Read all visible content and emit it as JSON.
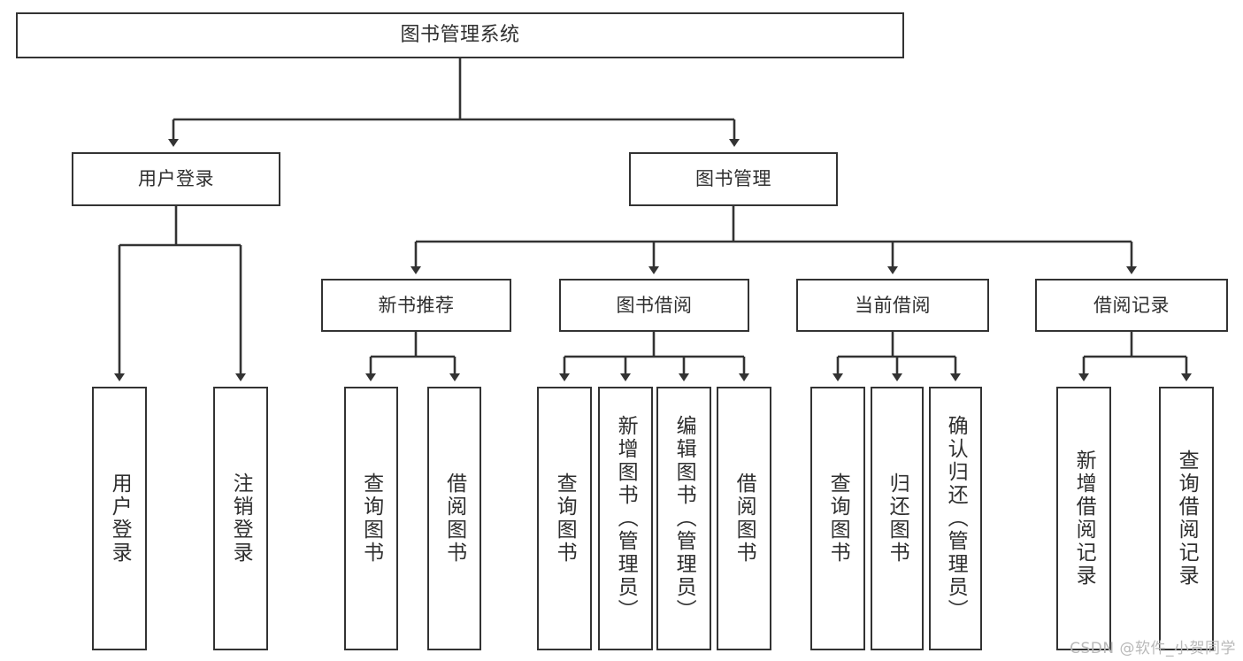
{
  "diagram": {
    "type": "tree",
    "title": "图书管理系统",
    "watermark": "CSDN @软件_小贺同学",
    "colors": {
      "box_border": "#333333",
      "box_fill": "#ffffff",
      "connector": "#333333",
      "text": "#2f2f2f",
      "watermark": "#b9b9b9",
      "background": "#ffffff"
    },
    "root": {
      "label": "图书管理系统",
      "id": "root"
    },
    "level2": [
      {
        "id": "user-login",
        "label": "用户登录"
      },
      {
        "id": "book-management",
        "label": "图书管理"
      }
    ],
    "level3": [
      {
        "id": "new-book-recommend",
        "label": "新书推荐",
        "parent": "book-management"
      },
      {
        "id": "book-borrow",
        "label": "图书借阅",
        "parent": "book-management"
      },
      {
        "id": "current-borrow",
        "label": "当前借阅",
        "parent": "book-management"
      },
      {
        "id": "borrow-record",
        "label": "借阅记录",
        "parent": "book-management"
      }
    ],
    "leaves": [
      {
        "id": "leaf-user-login",
        "label": "用户登录",
        "parent": "user-login"
      },
      {
        "id": "leaf-logout-login",
        "label": "注销登录",
        "parent": "user-login"
      },
      {
        "id": "leaf-query-book-1",
        "label": "查询图书",
        "parent": "new-book-recommend"
      },
      {
        "id": "leaf-borrow-book-1",
        "label": "借阅图书",
        "parent": "new-book-recommend"
      },
      {
        "id": "leaf-query-book-2",
        "label": "查询图书",
        "parent": "book-borrow"
      },
      {
        "id": "leaf-add-book",
        "label": "新增图书（管理员）",
        "parent": "book-borrow"
      },
      {
        "id": "leaf-edit-book",
        "label": "编辑图书（管理员）",
        "parent": "book-borrow"
      },
      {
        "id": "leaf-borrow-book-2",
        "label": "借阅图书",
        "parent": "book-borrow"
      },
      {
        "id": "leaf-query-book-3",
        "label": "查询图书",
        "parent": "current-borrow"
      },
      {
        "id": "leaf-return-book",
        "label": "归还图书",
        "parent": "current-borrow"
      },
      {
        "id": "leaf-confirm-return",
        "label": "确认归还（管理员）",
        "parent": "current-borrow"
      },
      {
        "id": "leaf-add-record",
        "label": "新增借阅记录",
        "parent": "borrow-record"
      },
      {
        "id": "leaf-query-record",
        "label": "查询借阅记录",
        "parent": "borrow-record"
      }
    ]
  }
}
